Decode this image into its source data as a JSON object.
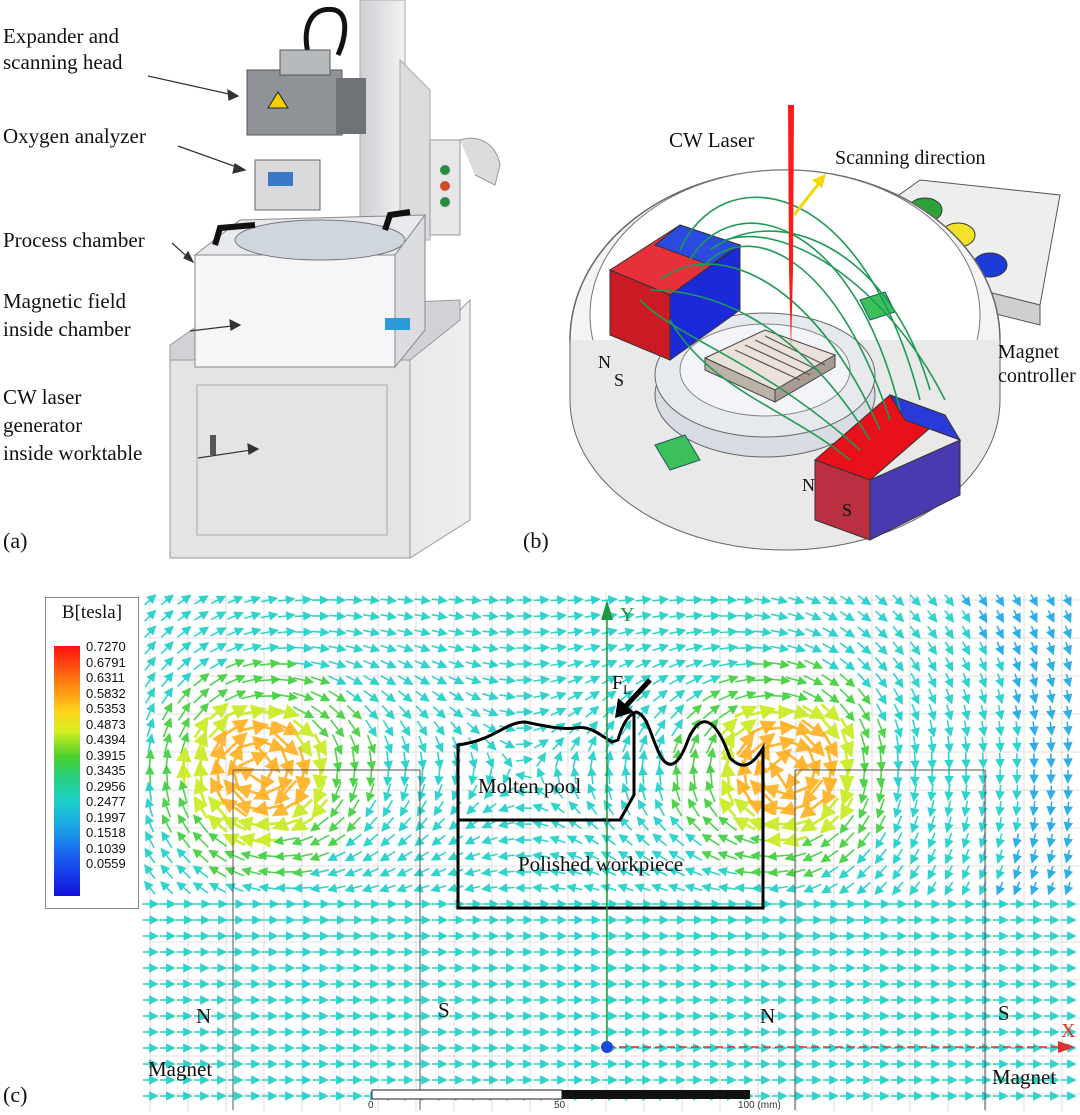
{
  "panel_a": {
    "id_label": "(a)",
    "labels": {
      "expander_1": "Expander and",
      "expander_2": "scanning head",
      "oxygen": "Oxygen analyzer",
      "chamber": "Process chamber",
      "magnetic_1": "Magnetic field",
      "magnetic_2": "inside chamber",
      "laser_1": "CW laser",
      "laser_2": "generator",
      "laser_3": "inside worktable"
    }
  },
  "panel_b": {
    "id_label": "(b)",
    "labels": {
      "laser": "CW  Laser",
      "scanning": "Scanning direction",
      "controller_1": "Magnet",
      "controller_2": "controller",
      "n_left": "N",
      "s_left": "S",
      "n_right": "N",
      "s_right": "S"
    },
    "colors": {
      "north": "#e8101a",
      "south": "#1a1ad8",
      "field_lines": "#1e9a55",
      "laser": "#ff1a1a",
      "scan_arrow": "#f0d800"
    }
  },
  "panel_c": {
    "id_label": "(c)",
    "legend_title": "B[tesla]",
    "legend_ticks": [
      "0.7270",
      "0.6791",
      "0.6311",
      "0.5832",
      "0.5353",
      "0.4873",
      "0.4394",
      "0.3915",
      "0.3435",
      "0.2956",
      "0.2477",
      "0.1997",
      "0.1518",
      "0.1039",
      "0.0559"
    ],
    "axis_y": "Y",
    "axis_x": "X",
    "force_label": "F",
    "force_sub": "L",
    "molten_pool": "Molten pool",
    "polished": "Polished workpiece",
    "n_left": "N",
    "s_left": "S",
    "n_right": "N",
    "s_right": "S",
    "magnet_left": "Magnet",
    "magnet_right": "Magnet",
    "scale_ticks": [
      "0",
      "50",
      "100 (mm)"
    ]
  }
}
